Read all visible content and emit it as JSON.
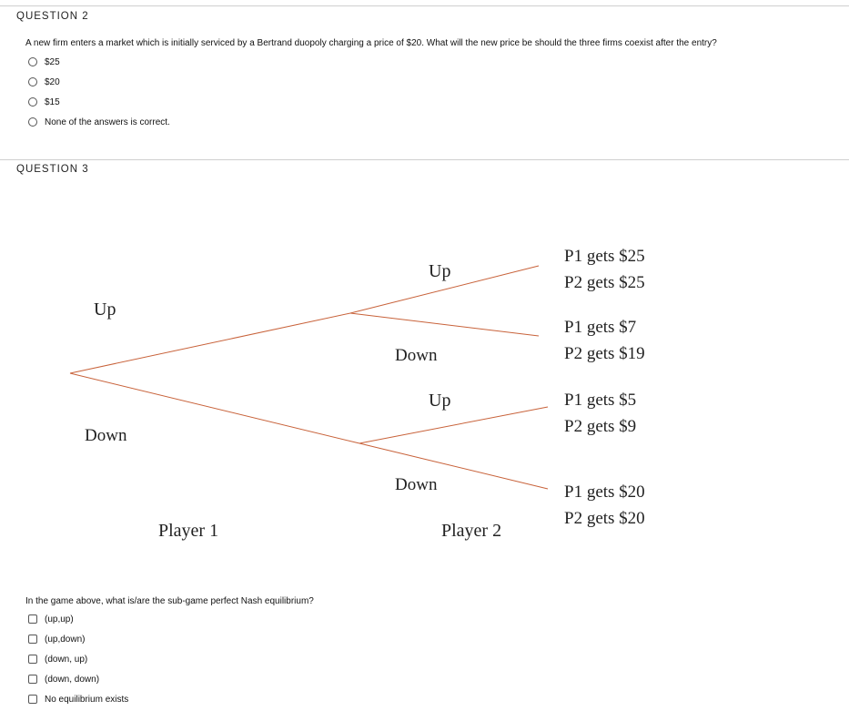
{
  "question2": {
    "heading": "QUESTION 2",
    "prompt": "A new firm enters a market which is initially serviced by a Bertrand duopoly charging a price of $20. What will the new price be should the three firms coexist after the entry?",
    "options": [
      "$25",
      "$20",
      "$15",
      "None of the answers is correct."
    ]
  },
  "question3": {
    "heading": "QUESTION 3",
    "tree": {
      "p1_up": "Up",
      "p1_down": "Down",
      "p2_top_up": "Up",
      "p2_top_down": "Down",
      "p2_bot_up": "Up",
      "p2_bot_down": "Down",
      "player1": "Player 1",
      "player2": "Player 2",
      "payoffs": [
        {
          "p1": "P1 gets $25",
          "p2": "P2 gets $25"
        },
        {
          "p1": "P1 gets $7",
          "p2": "P2 gets $19"
        },
        {
          "p1": "P1 gets $5",
          "p2": "P2 gets $9"
        },
        {
          "p1": "P1 gets $20",
          "p2": "P2 gets $20"
        }
      ],
      "line_color": "#c8623a"
    },
    "prompt": "In the game above, what is/are the sub-game perfect Nash equilibrium?",
    "options": [
      "(up,up)",
      "(up,down)",
      "(down, up)",
      "(down, down)",
      "No equilibrium exists"
    ]
  }
}
